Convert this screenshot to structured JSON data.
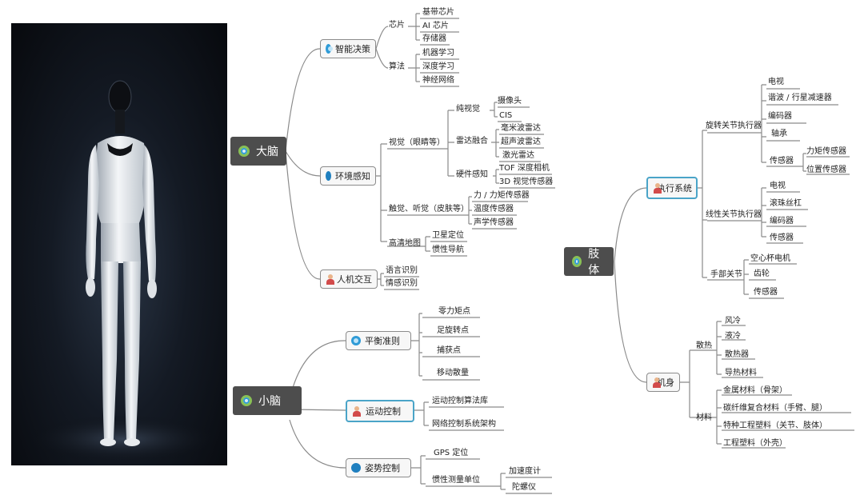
{
  "roots": {
    "brain": "大脑",
    "cerebellum": "小脑",
    "body": "肢体"
  },
  "brain": {
    "decision": {
      "label": "智能决策",
      "chip": {
        "label": "芯片",
        "items": [
          "基带芯片",
          "AI 芯片",
          "存储器"
        ]
      },
      "algorithm": {
        "label": "算法",
        "items": [
          "机器学习",
          "深度学习",
          "神经网络"
        ]
      }
    },
    "perception": {
      "label": "环境感知",
      "vision": {
        "label": "视觉（眼睛等）",
        "pure": {
          "label": "纯视觉",
          "items": [
            "摄像头",
            "CIS"
          ]
        },
        "radar": {
          "label": "雷达融合",
          "items": [
            "毫米波雷达",
            "超声波雷达",
            "激光雷达"
          ]
        },
        "hardware": {
          "label": "硬件感知",
          "items": [
            "TOF 深度相机",
            "3D 视觉传感器"
          ]
        }
      },
      "touch": {
        "label": "触觉、听觉（皮肤等）",
        "items": [
          "力 / 力矩传感器",
          "温度传感器",
          "声学传感器"
        ]
      },
      "map": {
        "label": "高清地图",
        "items": [
          "卫星定位",
          "惯性导航"
        ]
      }
    },
    "hci": {
      "label": "人机交互",
      "items": [
        "语言识别",
        "情感识别"
      ]
    }
  },
  "cerebellum": {
    "balance": {
      "label": "平衡准则",
      "items": [
        "零力矩点",
        "足旋转点",
        "捕获点",
        "移动散量"
      ]
    },
    "motion": {
      "label": "运动控制",
      "items": [
        "运动控制算法库",
        "网络控制系统架构"
      ]
    },
    "posture": {
      "label": "姿势控制",
      "gps": "GPS 定位",
      "imu": {
        "label": "惯性测量单位",
        "items": [
          "加速度计",
          "陀螺仪"
        ]
      }
    }
  },
  "limb": {
    "actuation": {
      "label": "执行系统",
      "rotary": {
        "label": "旋转关节执行器",
        "items": [
          "电视",
          "谐波 / 行星减速器",
          "编码器",
          "轴承"
        ],
        "sensor": {
          "label": "传感器",
          "items": [
            "力矩传感器",
            "位置传感器"
          ]
        }
      },
      "linear": {
        "label": "线性关节执行器",
        "items": [
          "电视",
          "滚珠丝杠",
          "编码器",
          "传感器"
        ]
      },
      "hand": {
        "label": "手部关节",
        "items": [
          "空心杯电机",
          "齿轮",
          "传感器"
        ]
      }
    },
    "frame": {
      "label": "机身",
      "cooling": {
        "label": "散热",
        "items": [
          "风冷",
          "液冷",
          "散热器",
          "导热材料"
        ]
      },
      "material": {
        "label": "材料",
        "items": [
          "金属材料（骨架）",
          "碳纤维复合材料（手臂、腿）",
          "特种工程塑料（关节、肢体）",
          "工程塑料（外壳）"
        ]
      }
    }
  },
  "colors": {
    "line": "#8a8a8a",
    "root_bg": "#4d4d4d",
    "accent": "#4aa4c8"
  }
}
